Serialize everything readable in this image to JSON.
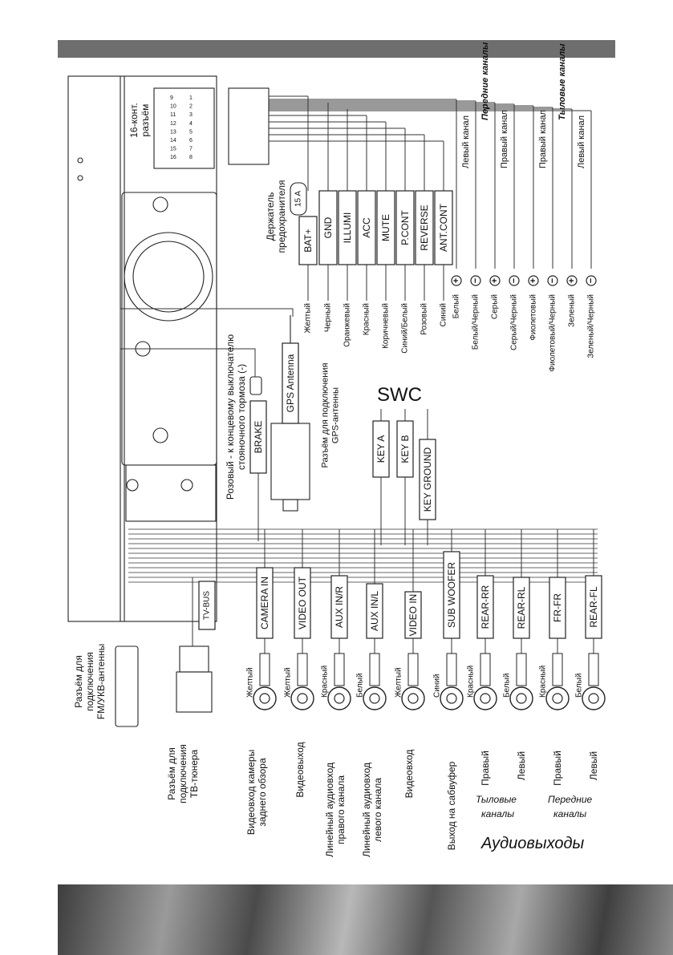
{
  "unit_labels": {
    "connector_16pin": "16-конт. разъём",
    "fuse_holder": "Держатель предохранителя",
    "fuse_value": "15 A",
    "brake_note": "Розовый - к концевому выключателю стояночного тормоза (-)",
    "gps_connector": "Разъём для подключения GPS-антенны",
    "swc_title": "SWC"
  },
  "pin_numbers": [
    "1",
    "2",
    "3",
    "4",
    "5",
    "6",
    "7",
    "8",
    "9",
    "10",
    "11",
    "12",
    "13",
    "14",
    "15",
    "16"
  ],
  "power_wires": [
    {
      "box": "BAT+",
      "color_name": "Желтый"
    },
    {
      "box": "GND",
      "color_name": "Черный"
    },
    {
      "box": "ILLUMI",
      "color_name": "Оранжевый"
    },
    {
      "box": "ACC",
      "color_name": "Красный"
    },
    {
      "box": "MUTE",
      "color_name": "Коричневый"
    },
    {
      "box": "P.CONT",
      "color_name": "Синий/Белый"
    },
    {
      "box": "REVERSE",
      "color_name": "Розовый"
    },
    {
      "box": "ANT.CONT",
      "color_name": "Синий"
    }
  ],
  "speaker_wires": [
    {
      "color_name": "Белый",
      "polarity": "+"
    },
    {
      "color_name": "Белый/Черный",
      "polarity": "−"
    },
    {
      "color_name": "Серый",
      "polarity": "+"
    },
    {
      "color_name": "Серый/Черный",
      "polarity": "−"
    },
    {
      "color_name": "Фиолетовый",
      "polarity": "+"
    },
    {
      "color_name": "Фиолетовый/Черный",
      "polarity": "−"
    },
    {
      "color_name": "Зеленый",
      "polarity": "+"
    },
    {
      "color_name": "Зеленый/Черный",
      "polarity": "−"
    }
  ],
  "speaker_channels": [
    {
      "label": "Левый канал",
      "style": "normal"
    },
    {
      "label": "Передние каналы",
      "style": "bold-italic"
    },
    {
      "label": "Правый канал",
      "style": "normal"
    },
    {
      "label": "Правый канал",
      "style": "normal"
    },
    {
      "label": "Тыловые каналы",
      "style": "bold-italic"
    },
    {
      "label": "Левый канал",
      "style": "normal"
    }
  ],
  "middle_boxes": {
    "gps": "GPS Antenna",
    "brake": "BRAKE",
    "key_a": "KEY A",
    "key_b": "KEY B",
    "key_ground": "KEY GROUND",
    "tv_bus": "TV-BUS"
  },
  "rca_outputs": [
    {
      "box": "CAMERA IN",
      "color": "Желтый"
    },
    {
      "box": "VIDEO OUT",
      "color": "Желтый"
    },
    {
      "box": "AUX IN/R",
      "color": "Красный"
    },
    {
      "box": "AUX IN/L",
      "color": "Белый"
    },
    {
      "box": "VIDEO IN",
      "color": "Желтый"
    },
    {
      "box": "SUB WOOFER",
      "color": "Синий"
    },
    {
      "box": "REAR-RR",
      "color": "Красный"
    },
    {
      "box": "REAR-RL",
      "color": "Белый"
    },
    {
      "box": "FR-FR",
      "color": "Красный"
    },
    {
      "box": "REAR-FL",
      "color": "Белый"
    }
  ],
  "bottom_labels": {
    "fm_antenna": "Разъём для подключения FM/УКВ-антенны",
    "tv_tuner": "Разъём для подключения ТВ-тюнера",
    "camera": "Видеовход камеры заднего обзора",
    "video_out": "Видеовыход",
    "aux_r": "Линейный аудиовход правого канала",
    "aux_l": "Линейный аудиовход левого канала",
    "video_in": "Видеовход",
    "sub": "Выход на сабвуфер",
    "right1": "Правый",
    "left1": "Левый",
    "right2": "Правый",
    "left2": "Левый",
    "rear_channels": "Тыловые каналы",
    "front_channels": "Передние каналы",
    "audio_outputs": "Аудиовыходы"
  }
}
